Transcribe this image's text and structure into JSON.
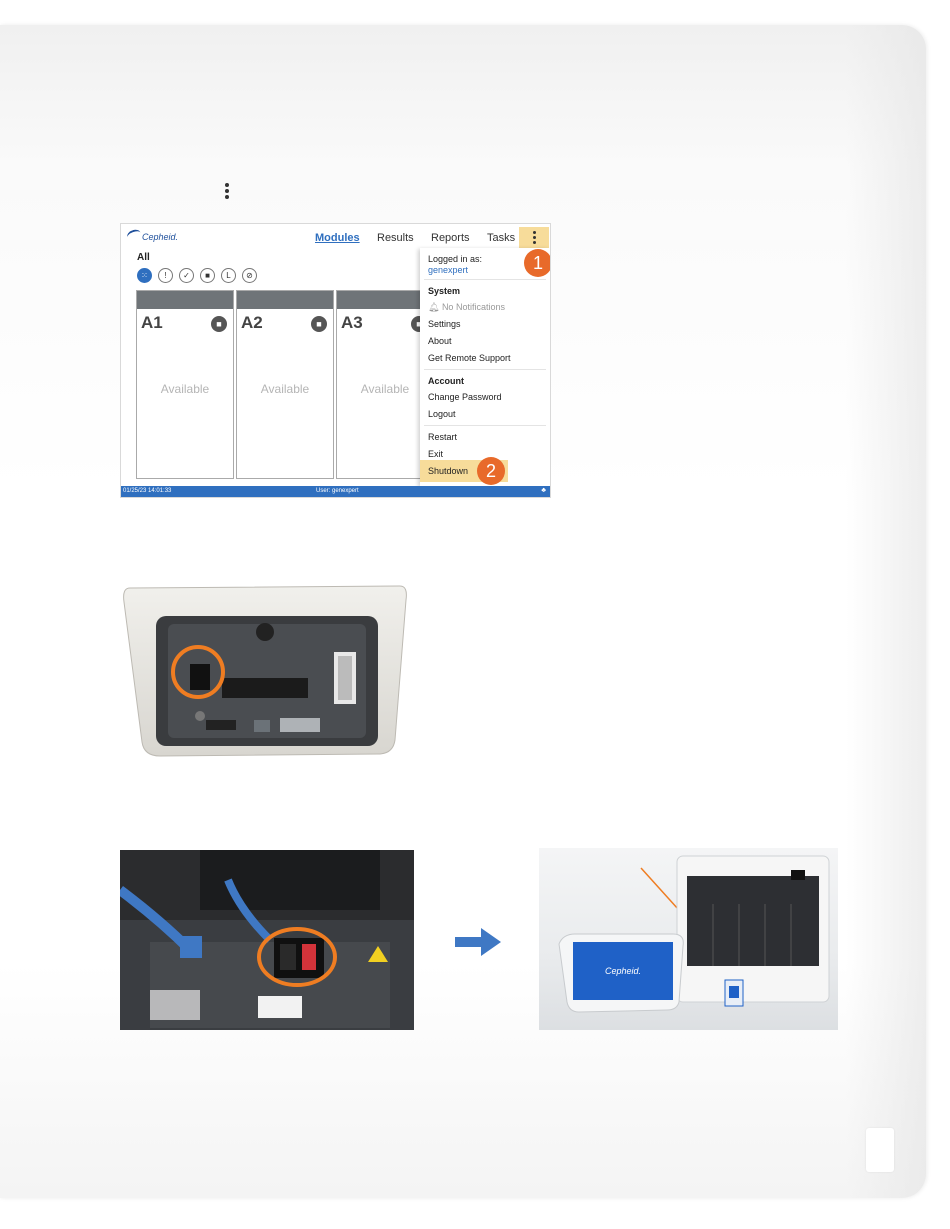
{
  "ui": {
    "brand": "Cepheid.",
    "nav": [
      "Modules",
      "Results",
      "Reports",
      "Tasks"
    ],
    "filter_label": "All",
    "filter_icons": [
      "grid-icon",
      "alert-icon",
      "check-icon",
      "stop-icon",
      "clock-icon",
      "cancel-icon"
    ],
    "filter_glyphs": [
      "⁙",
      "!",
      "✓",
      "■",
      "L",
      "⊘"
    ],
    "modules": [
      {
        "name": "A1",
        "status": "Available"
      },
      {
        "name": "A2",
        "status": "Available"
      },
      {
        "name": "A3",
        "status": "Available"
      }
    ],
    "status_bar": {
      "datetime": "01/25/23 14:01:33",
      "user": "User: genexpert"
    },
    "menu": {
      "logged_in_label": "Logged in as:",
      "username": "genexpert",
      "system_header": "System",
      "notifications": "No Notifications",
      "settings": "Settings",
      "about": "About",
      "remote_support": "Get Remote Support",
      "account_header": "Account",
      "change_password": "Change Password",
      "logout": "Logout",
      "restart": "Restart",
      "exit": "Exit",
      "shutdown": "Shutdown"
    },
    "callouts": [
      "1",
      "2"
    ]
  },
  "colors": {
    "accent_blue": "#2f6fbf",
    "highlight_yellow": "#f7dc9a",
    "callout_orange": "#e86a2a"
  },
  "photos": {
    "system_brand": "Cepheid."
  }
}
